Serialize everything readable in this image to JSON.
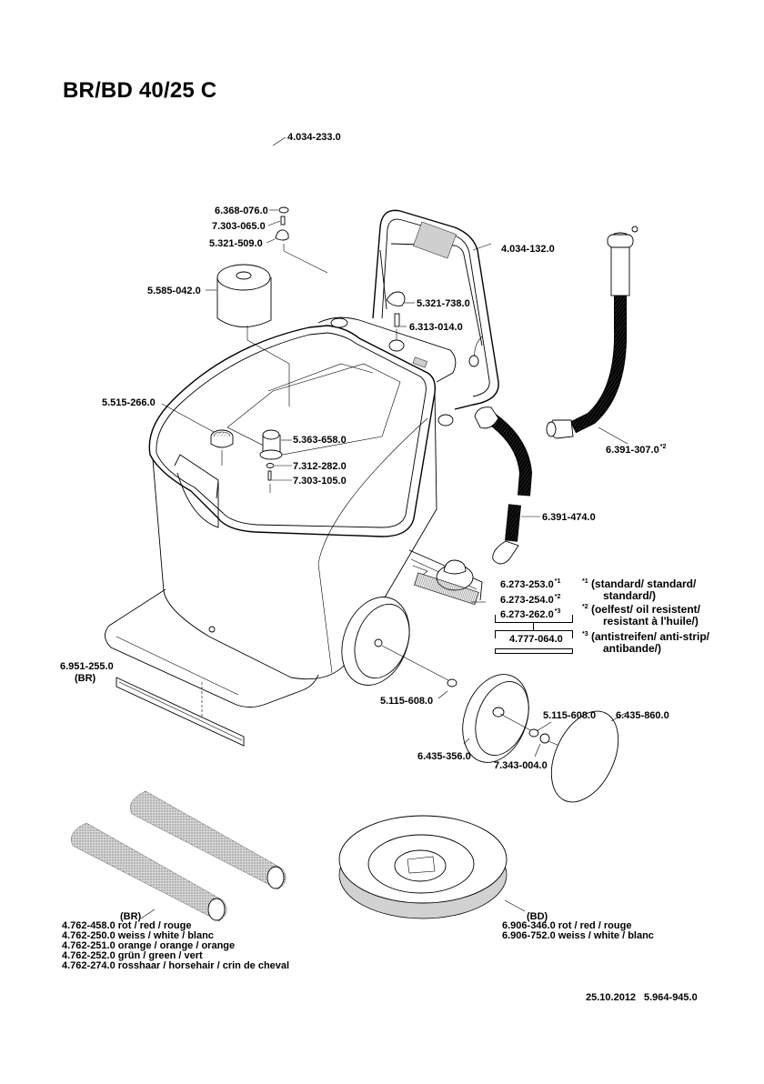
{
  "title": "BR/BD 40/25 C",
  "labels": {
    "handle_bar": "4.034-233.0",
    "cap": "6.368-076.0",
    "screw_top": "7.303-065.0",
    "knob_top": "5.321-509.0",
    "push_handle": "4.034-132.0",
    "knob_handle": "5.321-738.0",
    "spacer": "6.313-014.0",
    "filter": "5.585-042.0",
    "lid_cap": "5.515-266.0",
    "nozzle": "5.363-658.0",
    "washer": "7.312-282.0",
    "screw_lid": "7.303-105.0",
    "drain_hose": {
      "number": "6.391-307.0",
      "footnote": "*2"
    },
    "suction_hose": "6.391-474.0",
    "floor_strip": {
      "number": "6.951-255.0",
      "variant": "(BR)"
    },
    "washer_wheel_left": "5.115-608.0",
    "wheel": "6.435-356.0",
    "washer_wheel_right": "5.115-608.0",
    "lock_ring": "7.343-004.0",
    "hub_cap": "6.435-860.0"
  },
  "squeegee": {
    "options": [
      {
        "number": "6.273-253.0",
        "footnote": "*1"
      },
      {
        "number": "6.273-254.0",
        "footnote": "*2"
      },
      {
        "number": "6.273-262.0",
        "footnote": "*3"
      }
    ],
    "assembly": "4.777-064.0"
  },
  "footnotes": [
    {
      "mark": "*1",
      "line1": "(standard/ standard/",
      "line2": "standard/)"
    },
    {
      "mark": "*2",
      "line1": "(oelfest/ oil resistent/",
      "line2": "resistant à l'huile/)"
    },
    {
      "mark": "*3",
      "line1": "(antistreifen/ anti-strip/",
      "line2": "antibande/)"
    }
  ],
  "roller_brushes": {
    "variant": "(BR)",
    "items": [
      "4.762-458.0 rot / red / rouge",
      "4.762-250.0 weiss / white / blanc",
      "4.762-251.0 orange / orange / orange",
      "4.762-252.0 grün / green / vert",
      "4.762-274.0 rosshaar / horsehair / crin de cheval"
    ]
  },
  "disc_brushes": {
    "variant": "(BD)",
    "items": [
      "6.906-346.0 rot / red / rouge",
      "6.906-752.0 weiss / white / blanc"
    ]
  },
  "footer": {
    "date": "25.10.2012",
    "doc_number": "5.964-945.0"
  }
}
